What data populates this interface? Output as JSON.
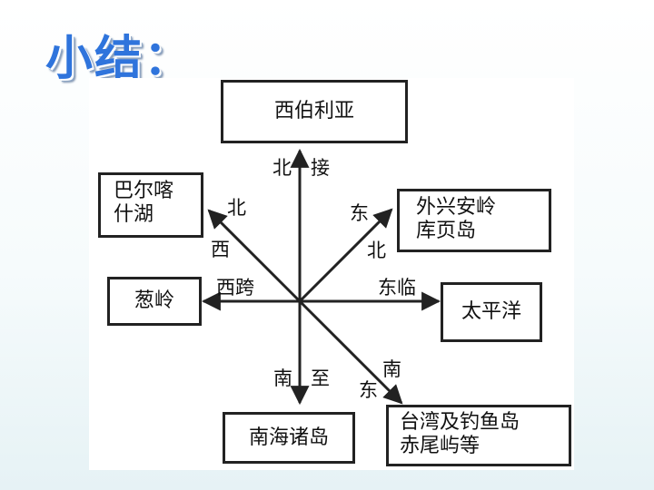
{
  "title": "小结：",
  "center_node": {
    "label": ""
  },
  "regions": {
    "north": "西伯利亚",
    "northwest": [
      "巴尔喀",
      "什湖"
    ],
    "west": "葱岭",
    "northeast": [
      "外兴安岭",
      "库页岛"
    ],
    "east": "太平洋",
    "south": "南海诸岛",
    "southeast": [
      "台湾及钓鱼岛",
      "赤尾屿等"
    ]
  },
  "labels": {
    "north_dir": "北",
    "north_verb": "接",
    "northwest_1": "北",
    "northwest_2": "西",
    "west": "西跨",
    "northeast_1": "东",
    "northeast_2": "北",
    "east": "东临",
    "south_1": "南",
    "south_2": "至",
    "southeast_1": "南",
    "southeast_2": "东"
  }
}
